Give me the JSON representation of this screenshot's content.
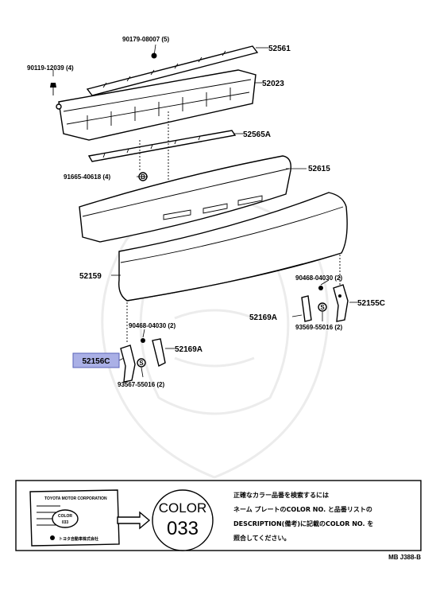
{
  "labels": {
    "p52561": "52561",
    "p90179": "90179-08007 (5)",
    "p90119": "90119-12039 (4)",
    "p52023": "52023",
    "p52565A": "52565A",
    "p91665": "91665-40618 (4)",
    "p52615": "52615",
    "p52159": "52159",
    "p90468r": "90468-04030 (2)",
    "p52155C": "52155C",
    "p52169Ar": "52169A",
    "p93569": "93569-55016 (2)",
    "p90468l": "90468-04030 (2)",
    "p52169Al": "52169A",
    "p52156C": "52156C",
    "p93567": "93567-55016 (2)"
  },
  "markers": {
    "b": "B",
    "s": "S"
  },
  "highlight_color": "#aab0e6",
  "note": {
    "color_word": "COLOR",
    "color_code": "033",
    "plate_small_color": "COLOR",
    "plate_small_code": "033",
    "plate_title": "TOYOTA MOTOR CORPORATION",
    "plate_footer": "トヨタ自動車株式会社",
    "line1": "正確なカラー品番を検索するには",
    "line2": "ネーム プレートのCOLOR NO. と品番リストの",
    "line3": "DESCRIPTION(備考)に記載のCOLOR NO. を",
    "line4": "照合してください。"
  },
  "ref_code": "MB J388-B"
}
